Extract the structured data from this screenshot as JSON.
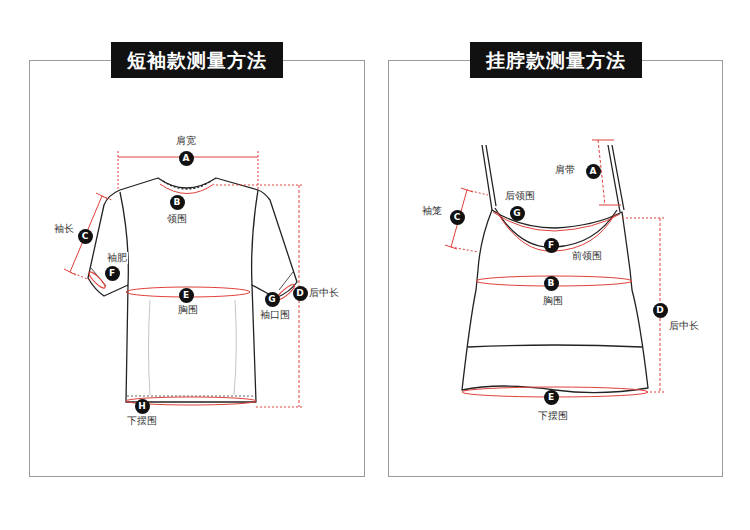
{
  "diagram": {
    "nodes": [
      {
        "text": [
          "短袖款测量方法"
        ]
      },
      {
        "text": [
          "A"
        ],
        "in": 0
      },
      {
        "text": [
          "B"
        ],
        "in": 0
      },
      {
        "text": [
          "C"
        ],
        "in": 0
      },
      {
        "text": [
          "F"
        ],
        "in": 0
      },
      {
        "text": [
          "E"
        ],
        "in": 0
      },
      {
        "text": [
          "D"
        ],
        "in": 0
      },
      {
        "text": [
          "G"
        ],
        "in": 0
      },
      {
        "text": [
          "H"
        ],
        "in": 0
      },
      {
        "text": [
          "挂脖款测量方法"
        ]
      },
      {
        "text": [
          "A"
        ],
        "in": 9
      },
      {
        "text": [
          "G"
        ],
        "in": 9
      },
      {
        "text": [
          "C"
        ],
        "in": 9
      },
      {
        "text": [
          "F"
        ],
        "in": 9
      },
      {
        "text": [
          "B"
        ],
        "in": 9
      },
      {
        "text": [
          "D"
        ],
        "in": 9
      },
      {
        "text": [
          "E"
        ],
        "in": 9
      }
    ],
    "labels": [
      "肩宽",
      "领围",
      "袖长",
      "袖肥",
      "胸围",
      "后中长",
      "袖口围",
      "下摆围",
      "肩带",
      "后领围",
      "袖笼",
      "前领围",
      "胸围",
      "后中长",
      "下摆围"
    ]
  }
}
